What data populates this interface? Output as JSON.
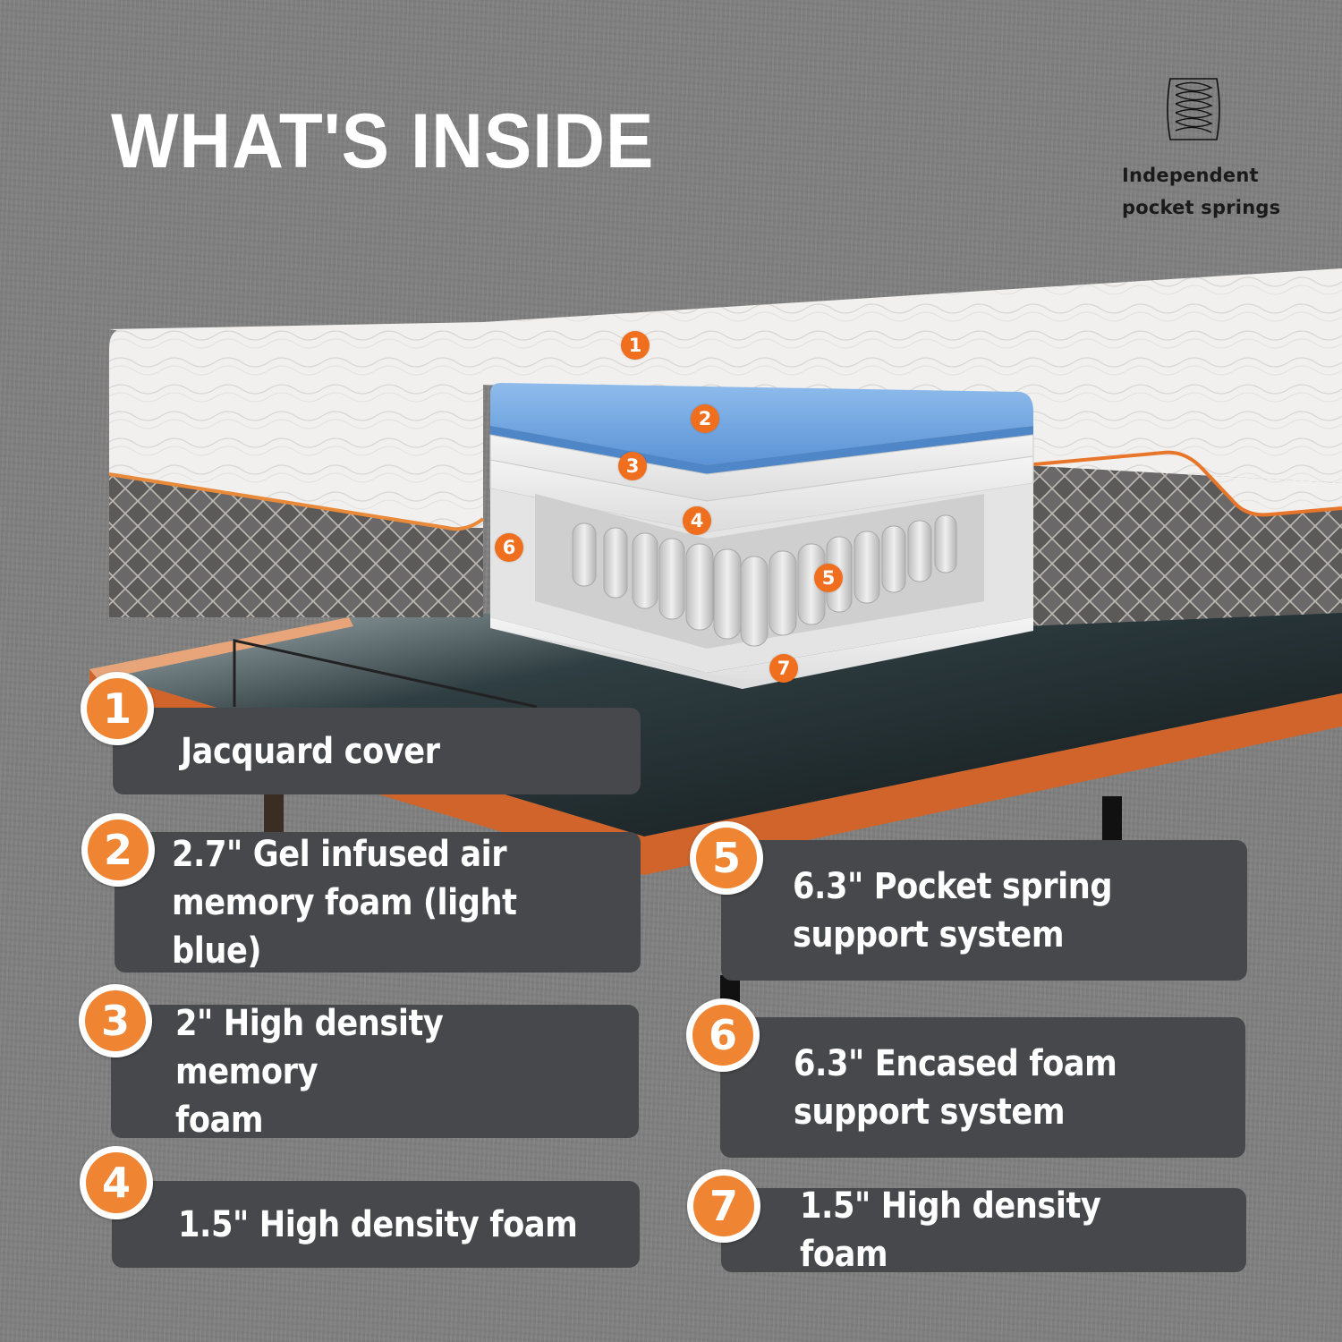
{
  "header": {
    "title": "WHAT'S INSIDE"
  },
  "legend": {
    "icon": "pocket-spring-icon",
    "label": "Independent\npocket springs"
  },
  "colors": {
    "background": "#818181",
    "label_box": "#47484c",
    "badge_orange": "#ef8433",
    "pin_orange": "#f06f1f",
    "gel_foam_blue": "#6fa3dd",
    "frame_orange": "#d0642a"
  },
  "diagram_pins": [
    {
      "number": "1"
    },
    {
      "number": "2"
    },
    {
      "number": "3"
    },
    {
      "number": "4"
    },
    {
      "number": "5"
    },
    {
      "number": "6"
    },
    {
      "number": "7"
    }
  ],
  "layers": [
    {
      "number": "1",
      "label": "Jacquard cover"
    },
    {
      "number": "2",
      "label": "2.7\" Gel infused air\nmemory foam (light blue)"
    },
    {
      "number": "3",
      "label": "2\" High density memory\nfoam"
    },
    {
      "number": "4",
      "label": "1.5\" High density foam"
    },
    {
      "number": "5",
      "label": "6.3\" Pocket spring\nsupport system"
    },
    {
      "number": "6",
      "label": "6.3\" Encased foam\nsupport system"
    },
    {
      "number": "7",
      "label": "1.5\" High density foam"
    }
  ]
}
